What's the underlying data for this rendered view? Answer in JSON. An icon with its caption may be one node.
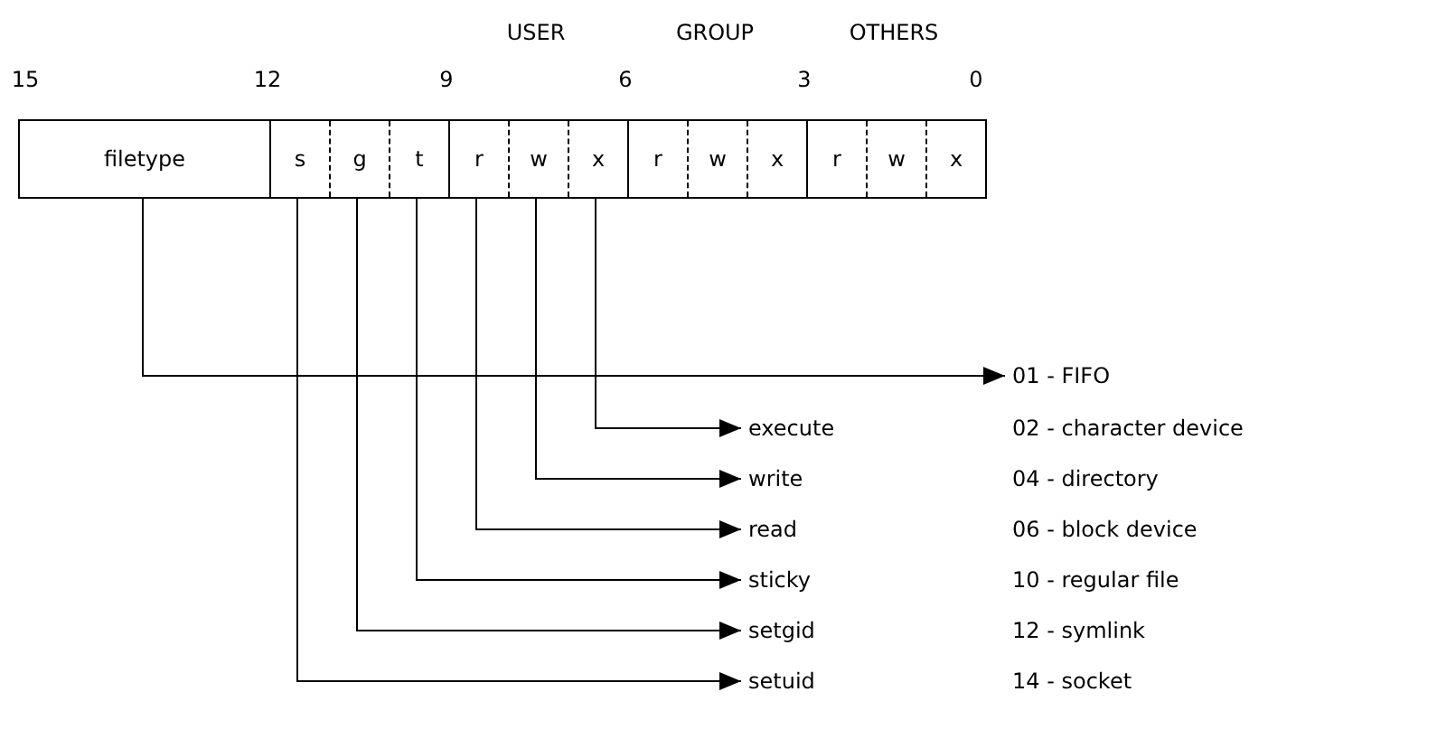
{
  "diagram": {
    "nodes": [
      {
        "text": [
          "filetype"
        ]
      },
      {
        "text": [
          "s"
        ]
      },
      {
        "text": [
          "g"
        ]
      },
      {
        "text": [
          "t"
        ]
      },
      {
        "text": [
          "r"
        ]
      },
      {
        "text": [
          "w"
        ]
      },
      {
        "text": [
          "x"
        ]
      },
      {
        "text": [
          "r"
        ]
      },
      {
        "text": [
          "w"
        ]
      },
      {
        "text": [
          "x"
        ]
      },
      {
        "text": [
          "r"
        ]
      },
      {
        "text": [
          "w"
        ]
      },
      {
        "text": [
          "x"
        ]
      },
      {
        "text": [
          "01 - FIFO"
        ]
      },
      {
        "text": [
          "execute"
        ]
      },
      {
        "text": [
          "write"
        ]
      },
      {
        "text": [
          "read"
        ]
      },
      {
        "text": [
          "sticky"
        ]
      },
      {
        "text": [
          "setgid"
        ]
      },
      {
        "text": [
          "setuid"
        ]
      }
    ],
    "edges": [
      {
        "from": 0,
        "to": 13,
        "arrow": "to"
      },
      {
        "from": 6,
        "to": 14,
        "arrow": "to"
      },
      {
        "from": 5,
        "to": 15,
        "arrow": "to"
      },
      {
        "from": 4,
        "to": 16,
        "arrow": "to"
      },
      {
        "from": 3,
        "to": 17,
        "arrow": "to"
      },
      {
        "from": 2,
        "to": 18,
        "arrow": "to"
      },
      {
        "from": 1,
        "to": 19,
        "arrow": "to"
      }
    ],
    "labels": [
      "USER",
      "GROUP",
      "OTHERS",
      "15",
      "12",
      "9",
      "6",
      "3",
      "0",
      "02 - character device",
      "04 - directory",
      "06 - block device",
      "10 - regular file",
      "12 - symlink",
      "14 - socket"
    ]
  }
}
